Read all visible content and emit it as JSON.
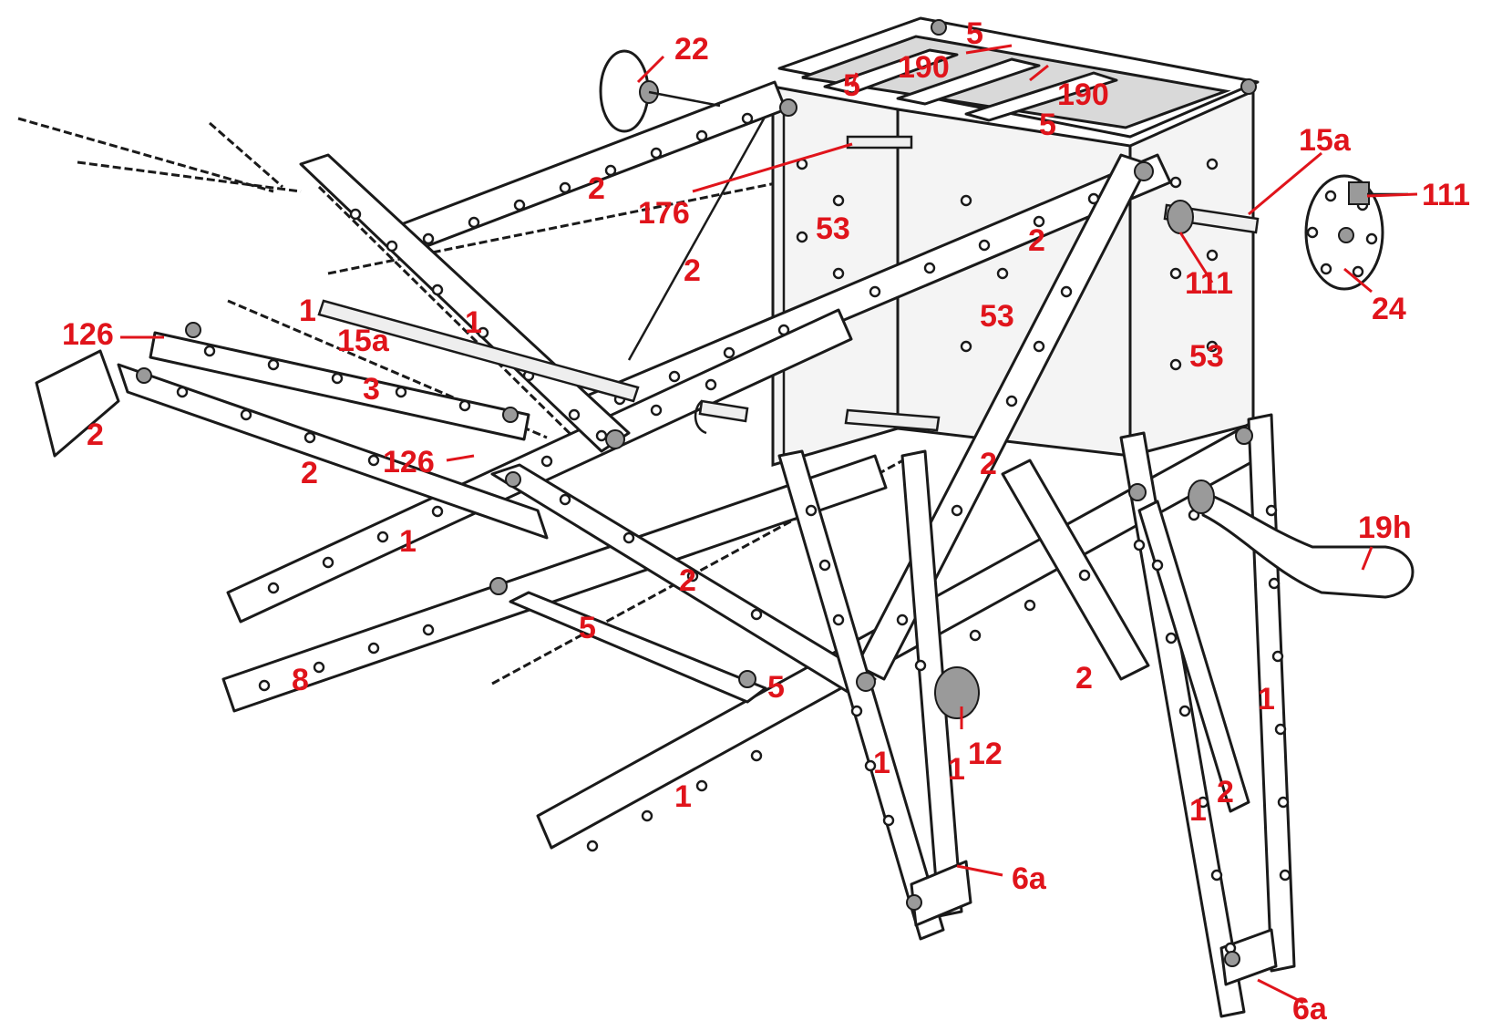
{
  "diagram": {
    "ink_color": "#1a1a1a",
    "label_color": "#e0141b",
    "part_labels": [
      {
        "id": "l1",
        "text": "22"
      },
      {
        "id": "l2",
        "text": "5"
      },
      {
        "id": "l3",
        "text": "190"
      },
      {
        "id": "l4",
        "text": "5"
      },
      {
        "id": "l5",
        "text": "190"
      },
      {
        "id": "l6",
        "text": "5"
      },
      {
        "id": "l7",
        "text": "15a"
      },
      {
        "id": "l8",
        "text": "111"
      },
      {
        "id": "l9",
        "text": "2"
      },
      {
        "id": "l10",
        "text": "176"
      },
      {
        "id": "l11",
        "text": "53"
      },
      {
        "id": "l12",
        "text": "2"
      },
      {
        "id": "l13",
        "text": "111"
      },
      {
        "id": "l14",
        "text": "24"
      },
      {
        "id": "l15",
        "text": "2"
      },
      {
        "id": "l16",
        "text": "53"
      },
      {
        "id": "l17",
        "text": "53"
      },
      {
        "id": "l18",
        "text": "126"
      },
      {
        "id": "l19",
        "text": "1"
      },
      {
        "id": "l20",
        "text": "15a"
      },
      {
        "id": "l21",
        "text": "1"
      },
      {
        "id": "l22",
        "text": "3"
      },
      {
        "id": "l23",
        "text": "2"
      },
      {
        "id": "l24",
        "text": "126"
      },
      {
        "id": "l25",
        "text": "2"
      },
      {
        "id": "l26",
        "text": "2"
      },
      {
        "id": "l27",
        "text": "1"
      },
      {
        "id": "l28",
        "text": "19h"
      },
      {
        "id": "l29",
        "text": "2"
      },
      {
        "id": "l30",
        "text": "5"
      },
      {
        "id": "l31",
        "text": "8"
      },
      {
        "id": "l32",
        "text": "5"
      },
      {
        "id": "l33",
        "text": "2"
      },
      {
        "id": "l34",
        "text": "1"
      },
      {
        "id": "l35",
        "text": "12"
      },
      {
        "id": "l36",
        "text": "1"
      },
      {
        "id": "l37",
        "text": "1"
      },
      {
        "id": "l38",
        "text": "2"
      },
      {
        "id": "l39",
        "text": "1"
      },
      {
        "id": "l40",
        "text": "1"
      },
      {
        "id": "l41",
        "text": "6a"
      },
      {
        "id": "l42",
        "text": "6a"
      }
    ]
  }
}
